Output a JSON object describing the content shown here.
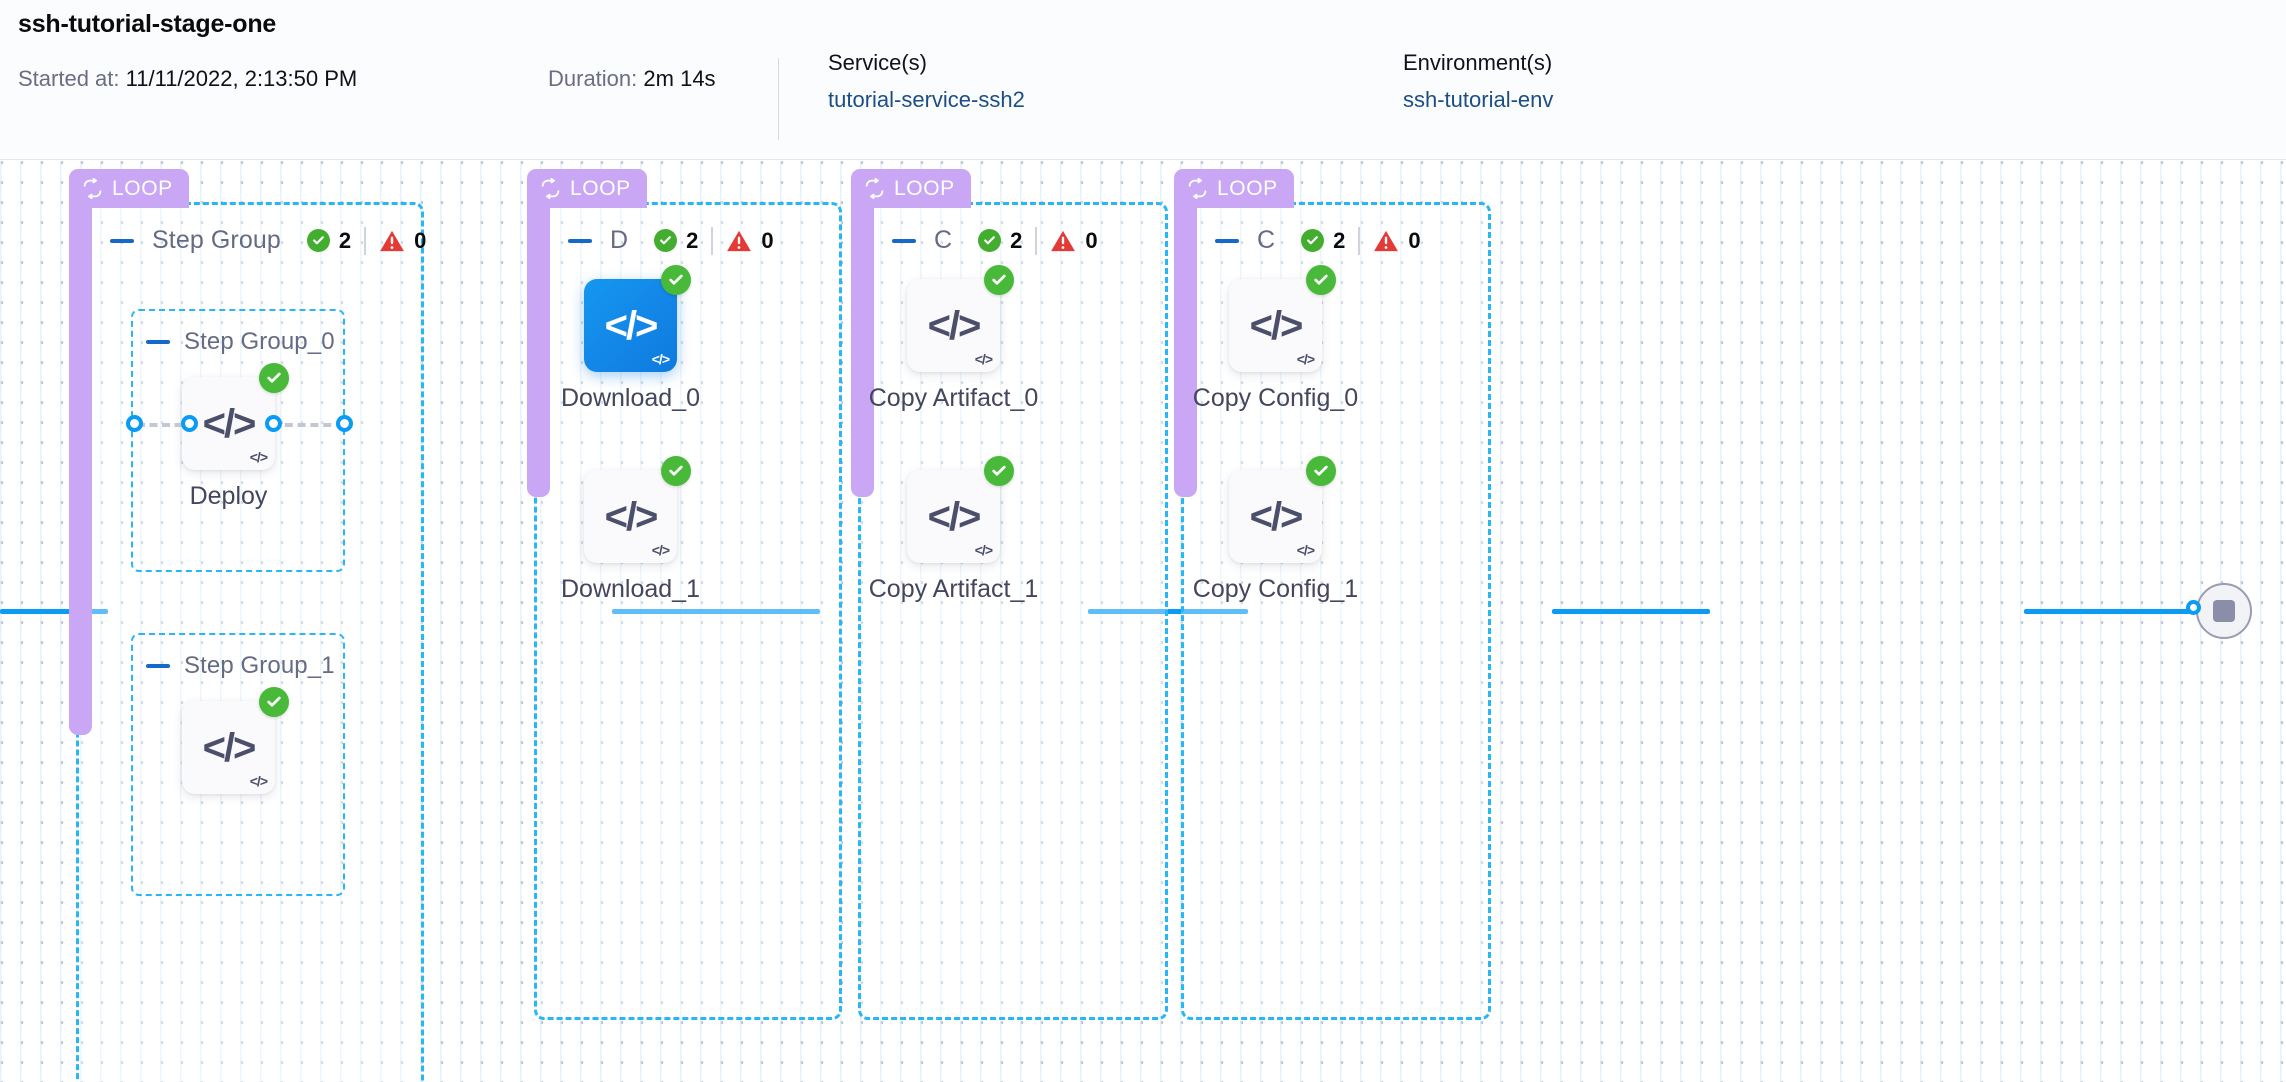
{
  "header": {
    "stage_title": "ssh-tutorial-stage-one",
    "started_label": "Started at:",
    "started_value": "11/11/2022, 2:13:50 PM",
    "duration_label": "Duration:",
    "duration_value": "2m 14s",
    "service_heading": "Service(s)",
    "service_value": "tutorial-service-ssh2",
    "environment_heading": "Environment(s)",
    "environment_value": "ssh-tutorial-env"
  },
  "colors": {
    "loop_purple": "#c9a7f5",
    "dashed_blue": "#29b6f6",
    "rail_blue": "#0a9cf5",
    "success_green": "#43ad2f",
    "error_red": "#e53935",
    "selected_node_blue": "#1488ea",
    "link_blue": "#1c4e85"
  },
  "stages": [
    {
      "loop_label": "LOOP",
      "loop_icon": "loop-icon",
      "title": "Step Group",
      "success_count": "2",
      "error_count": "0",
      "inner_groups": [
        {
          "title": "Step Group_0",
          "node": {
            "label": "Deploy",
            "icon": "code-icon",
            "status": "success",
            "selected": false
          }
        },
        {
          "title": "Step Group_1",
          "node": {
            "label": "",
            "icon": "code-icon",
            "status": "success",
            "selected": false
          }
        }
      ]
    },
    {
      "loop_label": "LOOP",
      "loop_icon": "loop-icon",
      "title": "D",
      "success_count": "2",
      "error_count": "0",
      "nodes": [
        {
          "label": "Download_0",
          "icon": "code-icon",
          "status": "success",
          "selected": true
        },
        {
          "label": "Download_1",
          "icon": "code-icon",
          "status": "success",
          "selected": false
        }
      ]
    },
    {
      "loop_label": "LOOP",
      "loop_icon": "loop-icon",
      "title": "C",
      "success_count": "2",
      "error_count": "0",
      "nodes": [
        {
          "label": "Copy Artifact_0",
          "icon": "code-icon",
          "status": "success",
          "selected": false
        },
        {
          "label": "Copy Artifact_1",
          "icon": "code-icon",
          "status": "success",
          "selected": false
        }
      ]
    },
    {
      "loop_label": "LOOP",
      "loop_icon": "loop-icon",
      "title": "C",
      "success_count": "2",
      "error_count": "0",
      "nodes": [
        {
          "label": "Copy Config_0",
          "icon": "code-icon",
          "status": "success",
          "selected": false
        },
        {
          "label": "Copy Config_1",
          "icon": "code-icon",
          "status": "success",
          "selected": false
        }
      ]
    }
  ],
  "node_glyph": "</>",
  "node_corner_glyph": "</>",
  "end_node": {
    "icon": "stop-square-icon"
  }
}
